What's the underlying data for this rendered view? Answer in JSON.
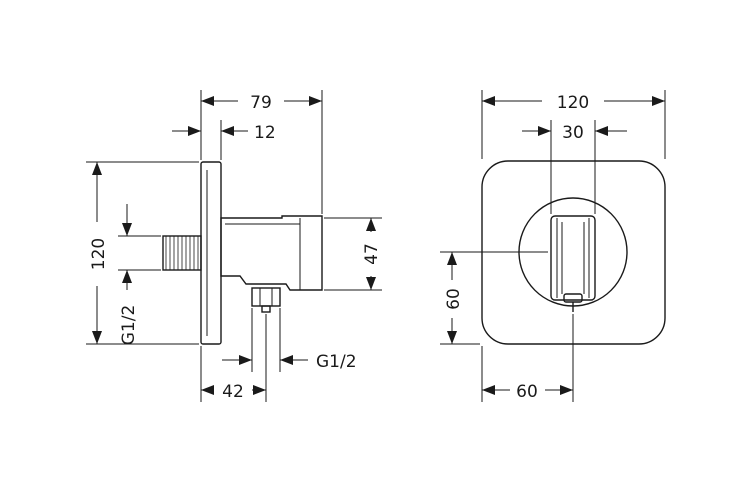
{
  "side_view": {
    "dim_overall_depth": "79",
    "dim_flange_thickness": "12",
    "dim_flange_height": "120",
    "dim_inlet_thread": "G1/2",
    "dim_outlet_height": "47",
    "dim_outlet_offset": "42",
    "dim_outlet_thread": "G1/2"
  },
  "front_view": {
    "dim_plate_width": "120",
    "dim_holder_width": "30",
    "dim_center_height": "60",
    "dim_center_width": "60"
  }
}
